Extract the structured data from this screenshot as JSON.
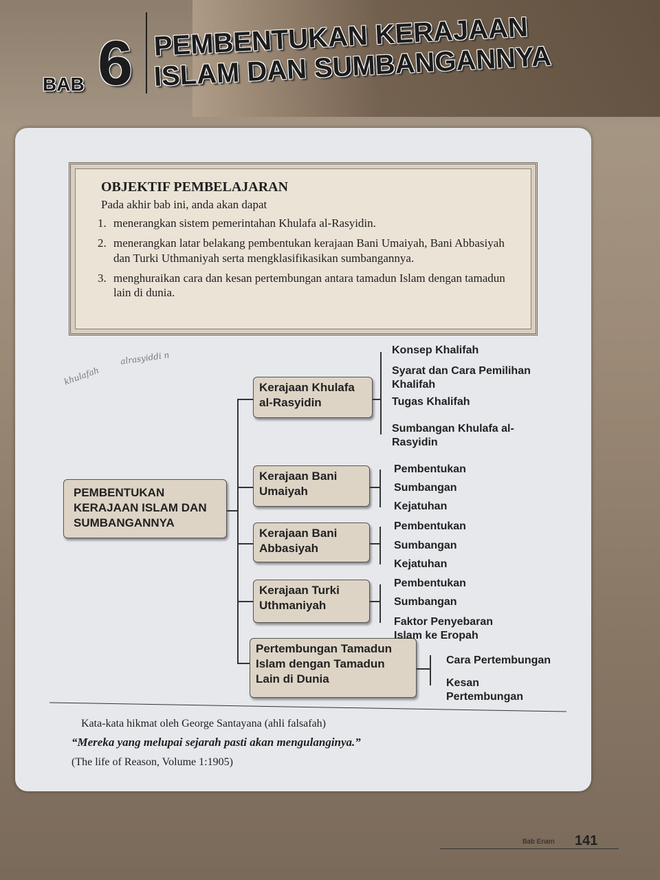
{
  "header": {
    "bab": "BAB",
    "number": "6",
    "title_line1": "PEMBENTUKAN KERAJAAN",
    "title_line2": "ISLAM DAN SUMBANGANNYA"
  },
  "objectives": {
    "title": "OBJEKTIF PEMBELAJARAN",
    "intro": "Pada akhir bab ini, anda akan dapat",
    "items": [
      "menerangkan sistem pemerintahan Khulafa al-Rasyidin.",
      "menerangkan latar belakang pembentukan kerajaan Bani Umaiyah, Bani Abbasiyah dan Turki Uthmaniyah serta mengklasifikasikan sumbangannya.",
      "menghuraikan cara dan kesan pertembungan antara tamadun Islam dengan tamadun lain di dunia."
    ]
  },
  "handwriting": [
    "khulafah",
    "alrasyiddi n"
  ],
  "diagram": {
    "root": "PEMBENTUKAN KERAJAAN ISLAM DAN SUMBANGANNYA",
    "branches": [
      {
        "label": "Kerajaan Khulafa al-Rasyidin",
        "leaves": [
          "Konsep Khalifah",
          "Syarat dan Cara Pemilihan Khalifah",
          "Tugas Khalifah",
          "Sumbangan Khulafa al-Rasyidin"
        ]
      },
      {
        "label": "Kerajaan Bani Umaiyah",
        "leaves": [
          "Pembentukan",
          "Sumbangan",
          "Kejatuhan"
        ]
      },
      {
        "label": "Kerajaan Bani Abbasiyah",
        "leaves": [
          "Pembentukan",
          "Sumbangan",
          "Kejatuhan"
        ]
      },
      {
        "label": "Kerajaan Turki Uthmaniyah",
        "leaves": [
          "Pembentukan",
          "Sumbangan",
          "Faktor Penyebaran Islam ke Eropah"
        ]
      },
      {
        "label": "Pertembungan Tamadun Islam dengan Tamadun Lain di Dunia",
        "leaves": [
          "Cara Pertembungan",
          "Kesan Pertembungan"
        ]
      }
    ]
  },
  "quote": {
    "attribution": "Kata-kata hikmat oleh George Santayana (ahli falsafah)",
    "text": "“Mereka yang melupai sejarah pasti akan mengulanginya.”",
    "source": "(The life of Reason, Volume 1:1905)"
  },
  "footer": {
    "chapter": "Bab Enam",
    "page": "141"
  }
}
